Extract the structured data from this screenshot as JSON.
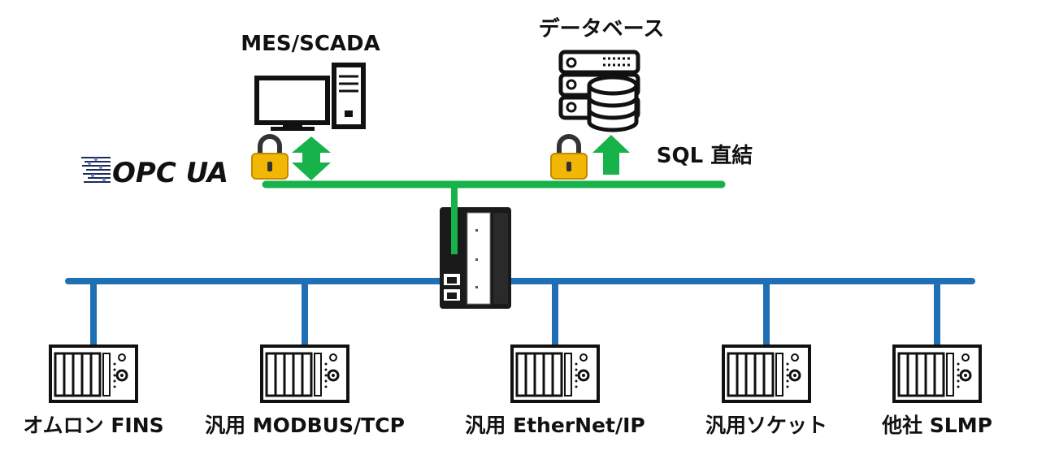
{
  "top": {
    "mes_label": "MES/SCADA",
    "db_label": "データベース",
    "sql_label": "SQL 直結",
    "opcua_logo": "OPC UA"
  },
  "devices": [
    {
      "label": "オムロン FINS"
    },
    {
      "label": "汎用 MODBUS/TCP"
    },
    {
      "label": "汎用 EtherNet/IP"
    },
    {
      "label": "汎用ソケット"
    },
    {
      "label": "他社 SLMP"
    }
  ],
  "colors": {
    "upper_network": "#17b24a",
    "lower_network": "#1f6fb5",
    "lock_body": "#f2b705",
    "arrow": "#17b24a",
    "gateway_body": "#1a1a1a",
    "gateway_front": "#ffffff"
  },
  "icons": [
    "computer-icon",
    "database-icon",
    "lock-icon",
    "bidirectional-arrow-icon",
    "up-arrow-icon",
    "gateway-device-icon",
    "plc-icon"
  ]
}
